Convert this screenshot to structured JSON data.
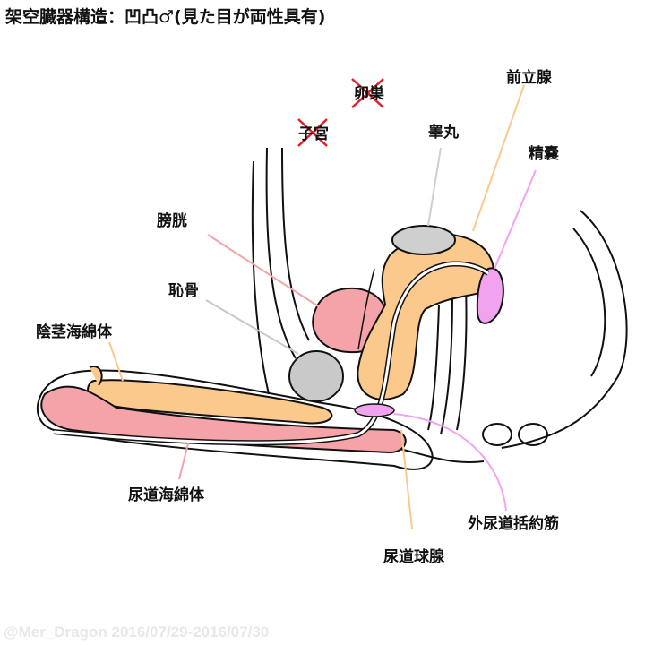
{
  "title": "架空臓器構造：凹凸♂(見た目が両性具有)",
  "labels": {
    "ovary": "卵巣",
    "uterus": "子宮",
    "prostate": "前立腺",
    "testis": "睾丸",
    "seminal_vesicle": "精嚢",
    "bladder": "膀胱",
    "pubic_bone": "恥骨",
    "corpus_cavernosum": "陰茎海綿体",
    "corpus_spongiosum": "尿道海綿体",
    "external_urethral_sphincter": "外尿道括約筋",
    "bulbourethral_gland": "尿道球腺"
  },
  "crossed_out": [
    "ovary",
    "uterus"
  ],
  "colors": {
    "prostate": "#fbc98c",
    "testis": "#cfcfcf",
    "seminal_vesicle": "#f2a3f0",
    "bladder": "#f4a3a8",
    "pubic_bone": "#c9c9c9",
    "cavernosum": "#fbc98c",
    "spongiosum": "#f4a3a8",
    "cross": "#e0202a"
  },
  "watermark": "@Mer_Dragon 2016/07/29-2016/07/30"
}
